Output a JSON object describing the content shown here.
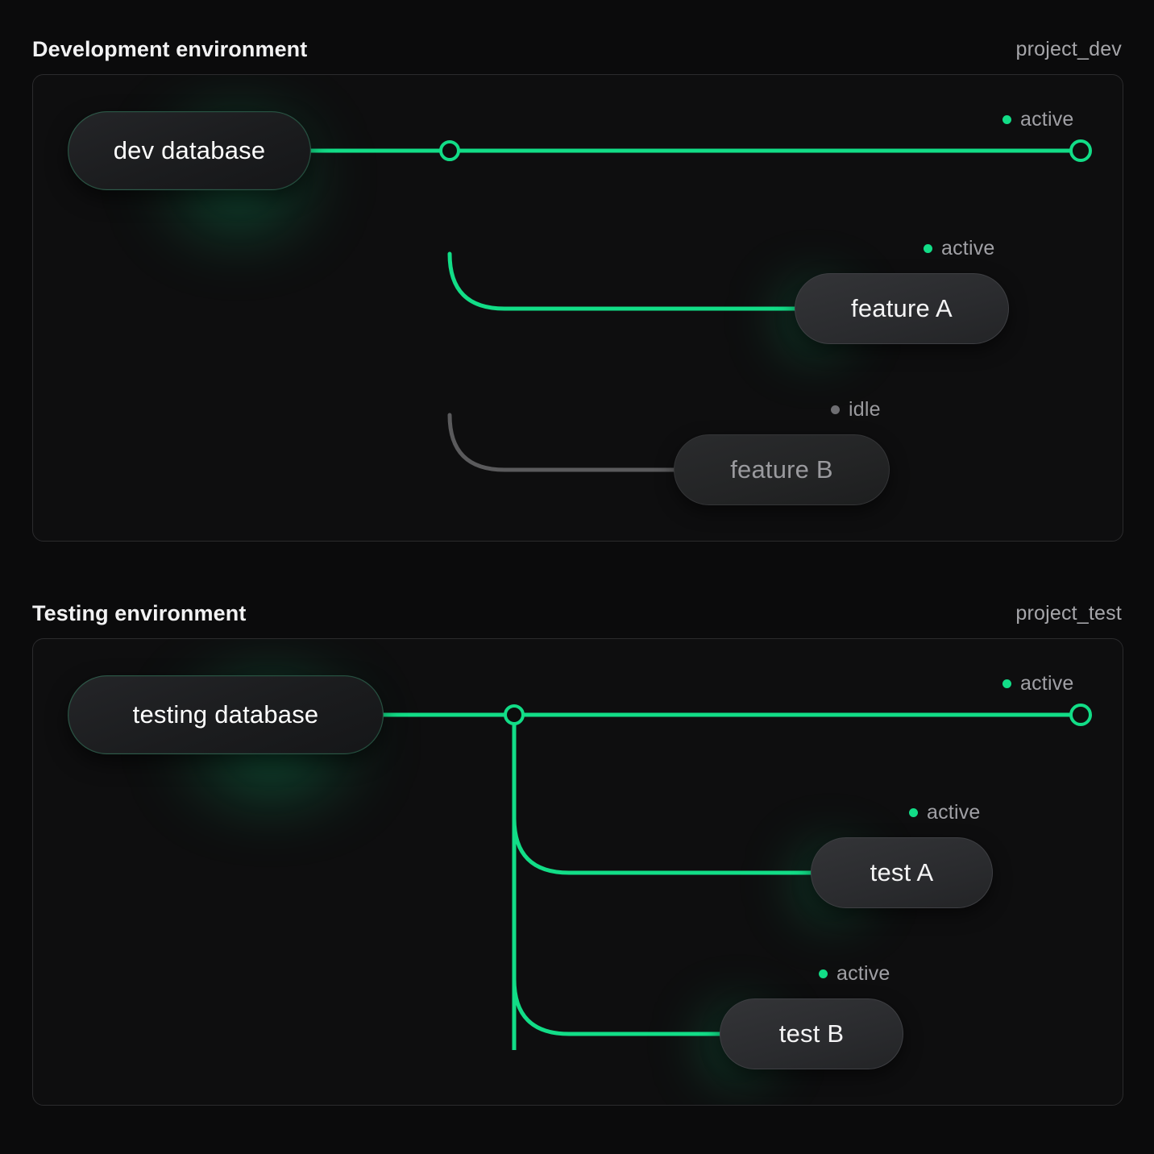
{
  "sections": [
    {
      "title": "Development environment",
      "project": "project_dev",
      "source": {
        "label": "dev database",
        "status": "active"
      },
      "trunk_status": "active",
      "main_endpoint": {
        "status": "active",
        "status_label": "active"
      },
      "branches": [
        {
          "label": "feature A",
          "status": "active",
          "status_label": "active"
        },
        {
          "label": "feature B",
          "status": "idle",
          "status_label": "idle"
        }
      ]
    },
    {
      "title": "Testing environment",
      "project": "project_test",
      "source": {
        "label": "testing database",
        "status": "active"
      },
      "trunk_status": "active",
      "main_endpoint": {
        "status": "active",
        "status_label": "active"
      },
      "branches": [
        {
          "label": "test A",
          "status": "active",
          "status_label": "active"
        },
        {
          "label": "test B",
          "status": "active",
          "status_label": "active"
        }
      ]
    }
  ],
  "colors": {
    "background": "#0b0b0c",
    "panel_background": "#0e0e0f",
    "panel_border": "#2b2b2d",
    "accent_green": "#12dd87",
    "idle_gray": "#6e6e72",
    "text_primary": "#f2f2f3",
    "text_muted": "#a0a0a5"
  }
}
